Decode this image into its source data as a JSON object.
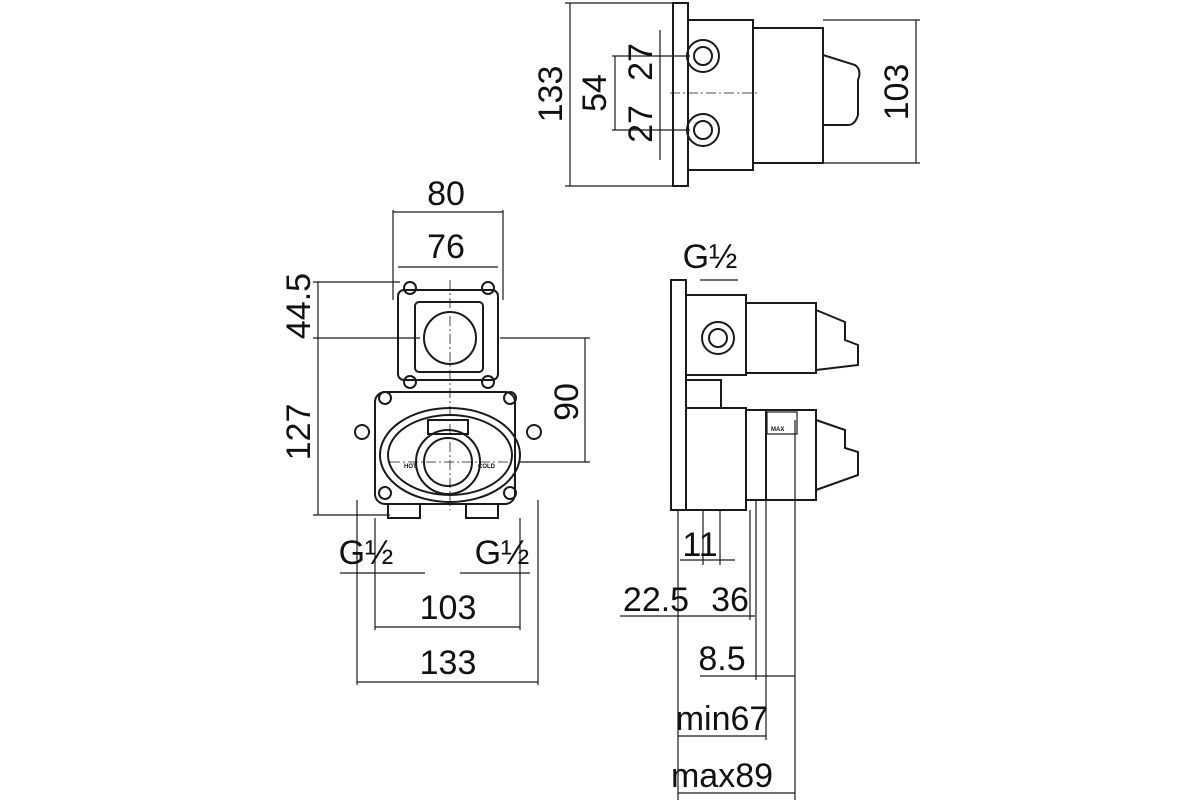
{
  "top_view": {
    "d_total_height": "133",
    "d_spacing": "54",
    "d_upper": "27",
    "d_lower": "27",
    "d_body_height": "103"
  },
  "front_view": {
    "d_width_outer": "80",
    "d_width_inner": "76",
    "d_top_offset": "44.5",
    "d_lower_height": "127",
    "d_center_distance": "90",
    "thread_left": "G½",
    "thread_right": "G½",
    "d_inlet_spacing": "103",
    "d_total_width": "133",
    "label_hot": "HOT",
    "label_cold": "COLD"
  },
  "side_view": {
    "thread_top": "G½",
    "d_11": "11",
    "d_22_5": "22.5",
    "d_36": "36",
    "d_8_5": "8.5",
    "d_min": "min67",
    "d_max": "max89",
    "label_max": "MAX"
  },
  "colors": {
    "line": "#1a1a1a",
    "background": "#ffffff"
  }
}
